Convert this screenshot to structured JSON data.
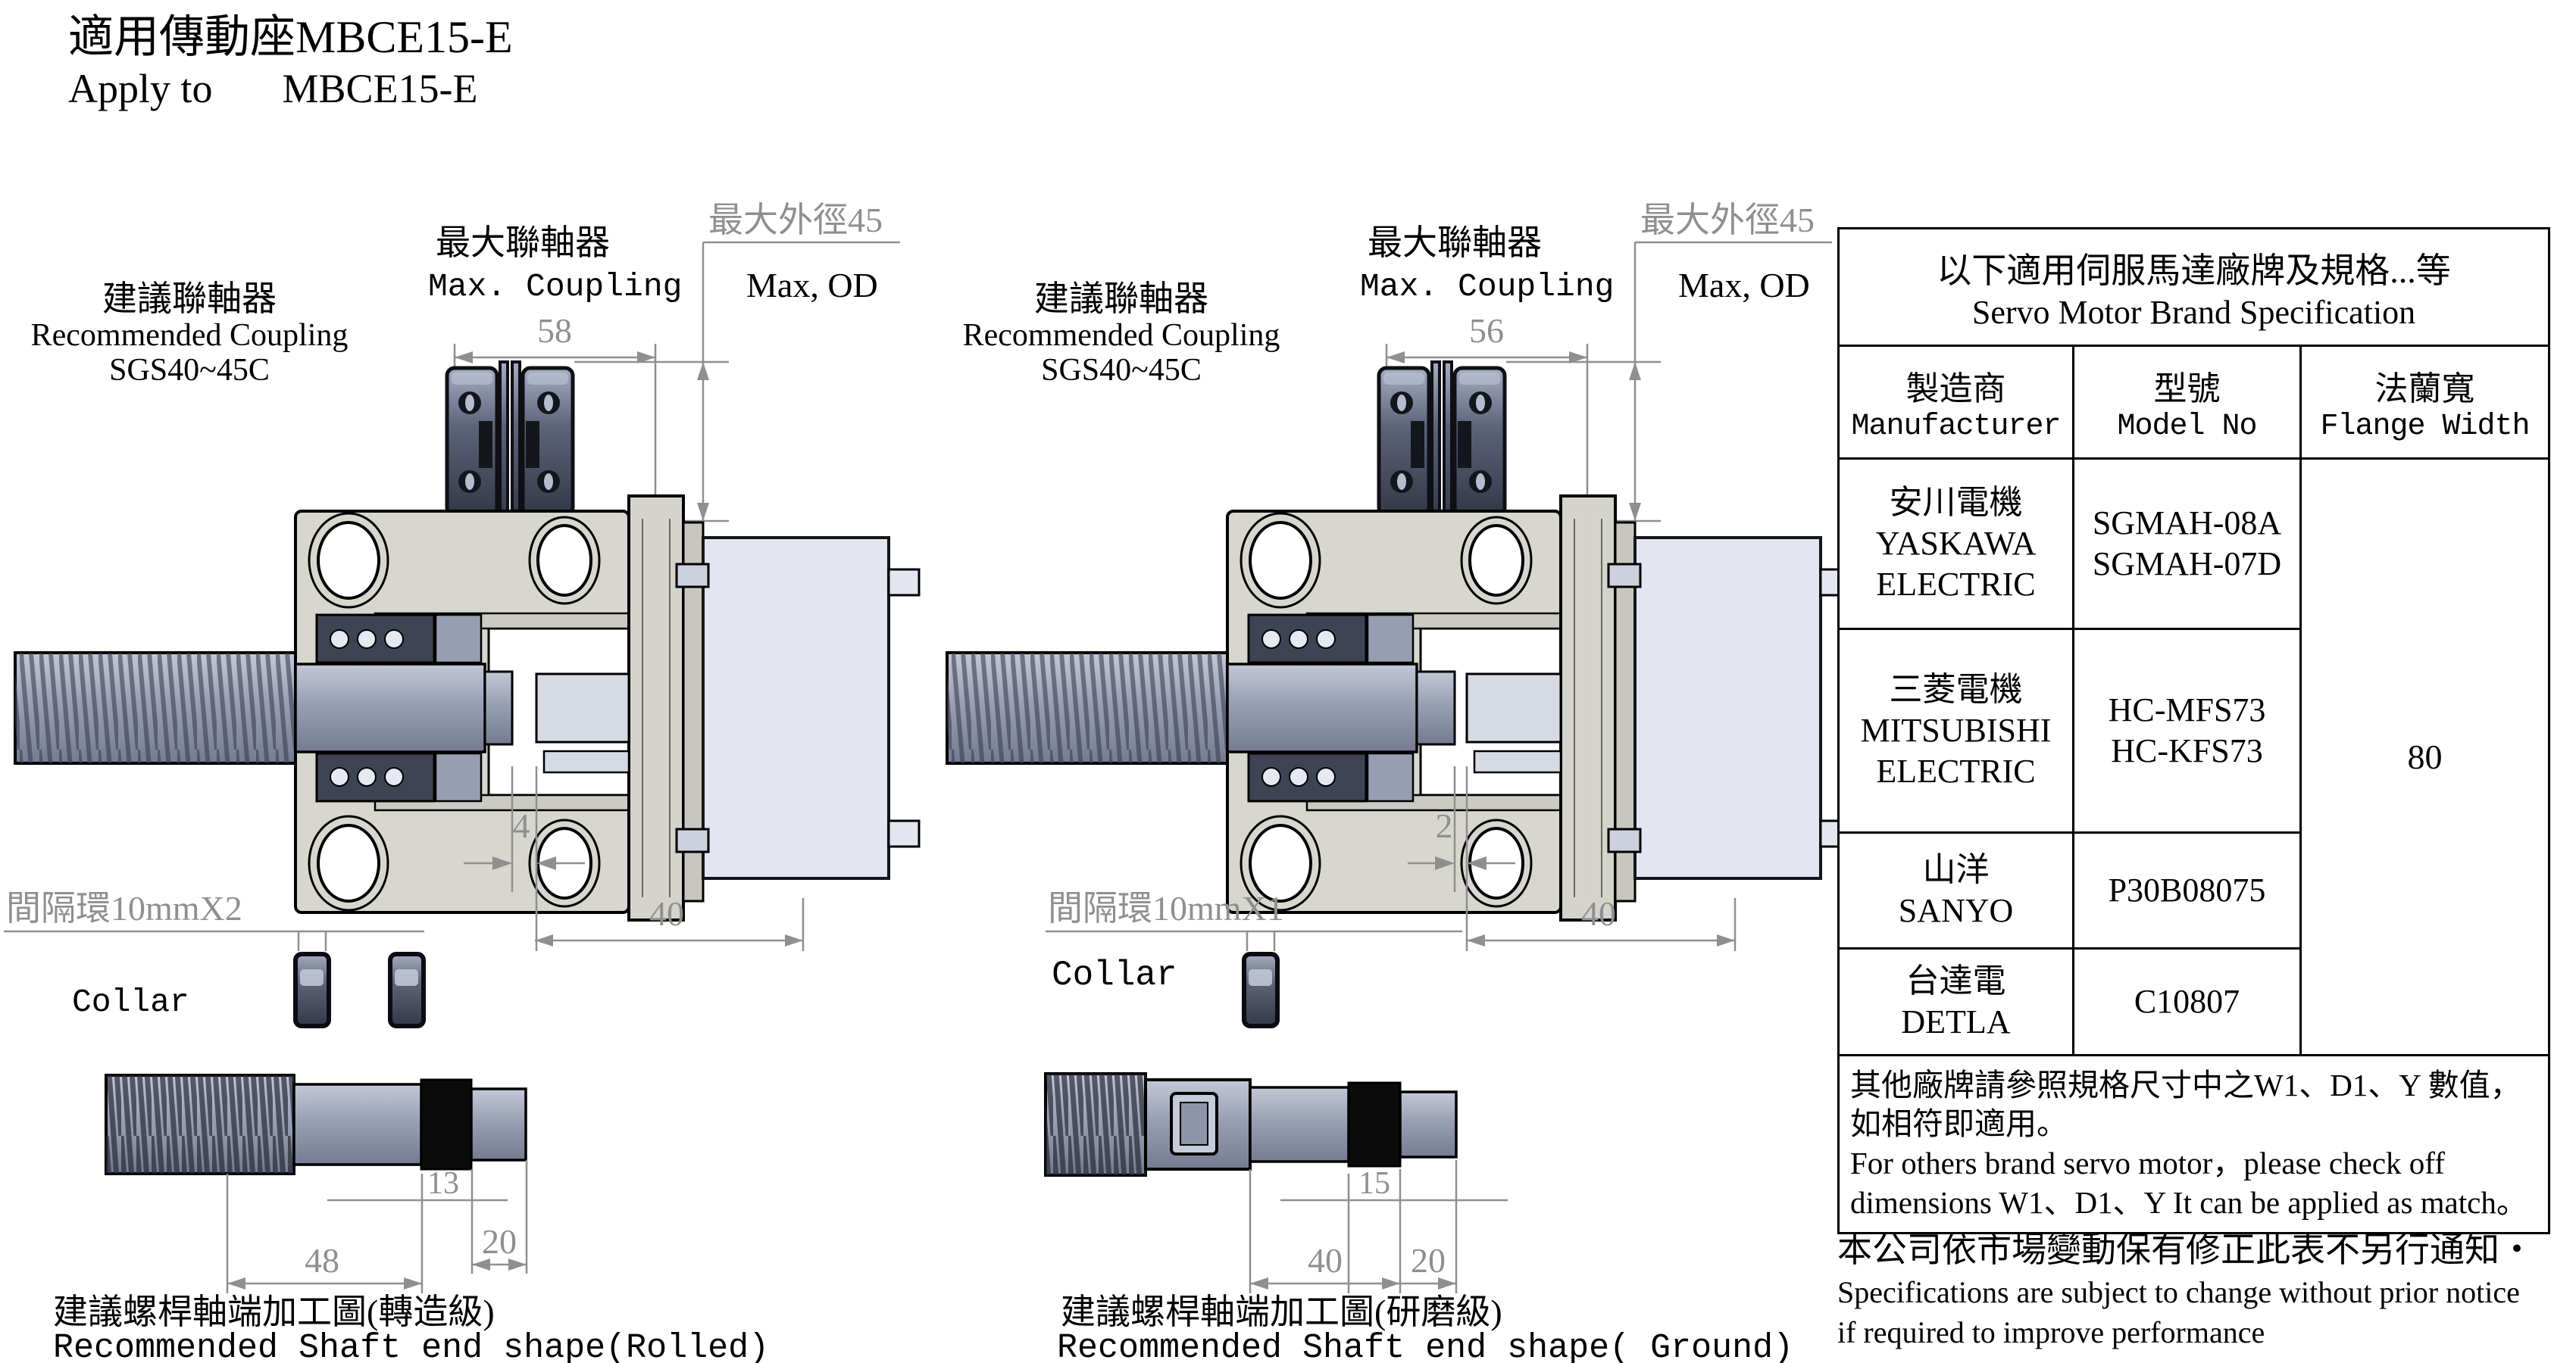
{
  "page": {
    "title_zh": "適用傳動座MBCE15-E",
    "title_en_label": "Apply to",
    "title_en_model": "MBCE15-E"
  },
  "colors": {
    "dimension_gray": "#8f8f8f",
    "bracket_beige": "#d8d7cf",
    "motor_gray_blue": "#e3e6f0",
    "steel_blue_gray": "#9aa0b4"
  },
  "drawings": [
    {
      "recommended_coupling_zh": "建議聯軸器",
      "recommended_coupling_en": "Recommended Coupling",
      "recommended_coupling_model": "SGS40~45C",
      "max_coupling_zh": "最大聯軸器",
      "max_coupling_en": "Max. Coupling",
      "max_coupling_width": "58",
      "max_od_zh": "最大外徑45",
      "max_od_en": "Max, OD",
      "gap_dim": "4",
      "depth_dim": "40",
      "collar_note": "間隔環10mmX2",
      "collar_label": "Collar",
      "shaft_dim_a": "13",
      "shaft_dim_b": "48",
      "shaft_dim_c": "20",
      "caption_zh": "建議螺桿軸端加工圖(轉造級)",
      "caption_en": "Recommended Shaft end shape(Rolled)"
    },
    {
      "recommended_coupling_zh": "建議聯軸器",
      "recommended_coupling_en": "Recommended Coupling",
      "recommended_coupling_model": "SGS40~45C",
      "max_coupling_zh": "最大聯軸器",
      "max_coupling_en": "Max. Coupling",
      "max_coupling_width": "56",
      "max_od_zh": "最大外徑45",
      "max_od_en": "Max, OD",
      "gap_dim": "2",
      "depth_dim": "40",
      "collar_note": "間隔環10mmX1",
      "collar_label": "Collar",
      "shaft_dim_a": "15",
      "shaft_dim_b": "40",
      "shaft_dim_c": "20",
      "caption_zh": "建議螺桿軸端加工圖(研磨級)",
      "caption_en": "Recommended Shaft end shape( Ground)"
    }
  ],
  "table": {
    "title_zh": "以下適用伺服馬達廠牌及規格...等",
    "title_en": "Servo Motor Brand Specification",
    "columns": [
      {
        "zh": "製造商",
        "en": "Manufacturer"
      },
      {
        "zh": "型號",
        "en": "Model No"
      },
      {
        "zh": "法蘭寬",
        "en": "Flange Width"
      }
    ],
    "rows": [
      {
        "manufacturer": [
          "安川電機",
          "YASKAWA",
          "ELECTRIC"
        ],
        "models": [
          "SGMAH-08A",
          "SGMAH-07D"
        ]
      },
      {
        "manufacturer": [
          "三菱電機",
          "MITSUBISHI",
          "ELECTRIC"
        ],
        "models": [
          "HC-MFS73",
          "HC-KFS73"
        ]
      },
      {
        "manufacturer": [
          "山洋",
          "SANYO"
        ],
        "models": [
          "P30B08075"
        ]
      },
      {
        "manufacturer": [
          "台達電",
          "DETLA"
        ],
        "models": [
          "C10807"
        ]
      }
    ],
    "flange_width": "80",
    "note_lines": [
      "其他廠牌請參照規格尺寸中之W1、D1、Y 數值，",
      "如相符即適用。",
      "For others brand servo motor，please check off",
      "dimensions W1、D1、Y It can be applied as match。"
    ]
  },
  "footnote": {
    "zh": "本公司依市場變動保有修正此表不另行通知・",
    "en_lines": [
      "Specifications are subject to change without prior notice",
      "if required to improve performance"
    ]
  }
}
